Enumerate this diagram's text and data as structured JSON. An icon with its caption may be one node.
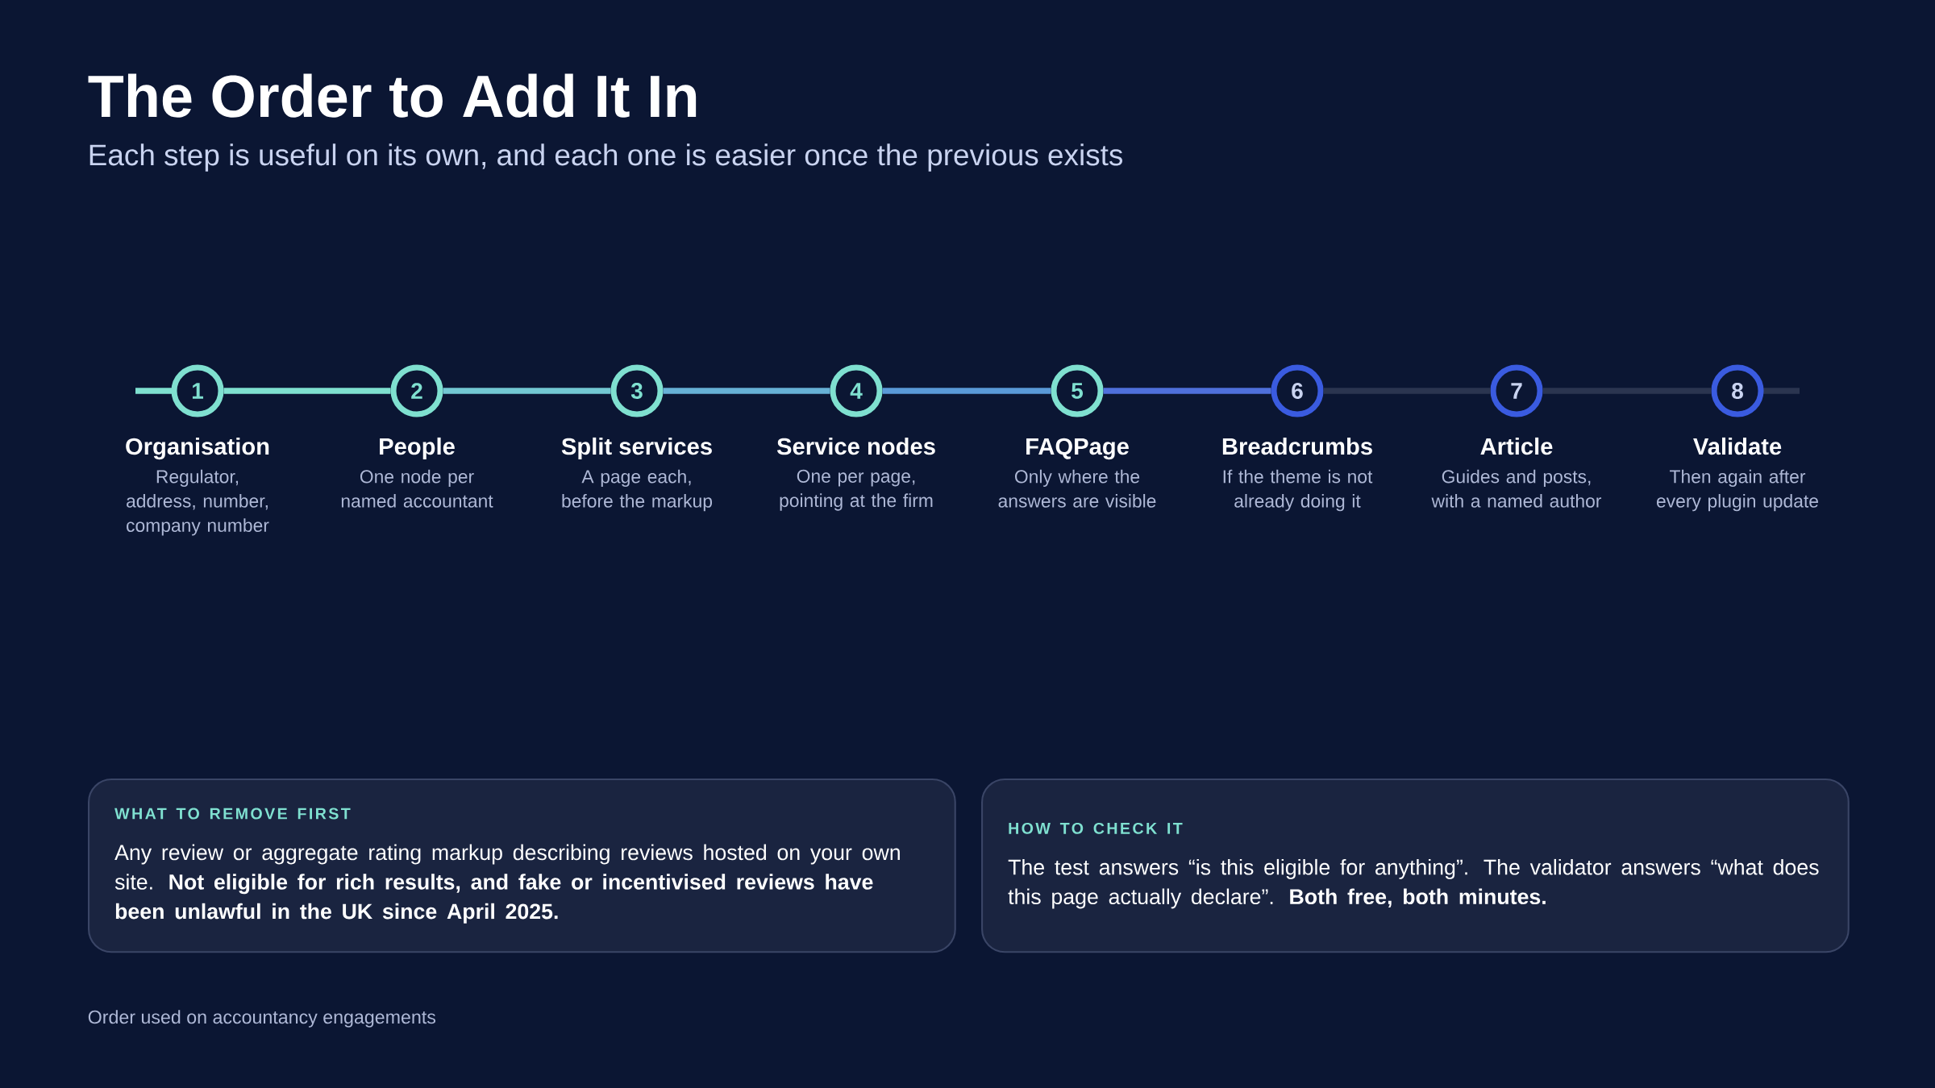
{
  "diagram": {
    "title": "The Order to Add It In",
    "nodes": [
      {
        "text": [
          "1"
        ],
        "beside": [
          "Organisation",
          "Regulator, address, number, company number"
        ]
      },
      {
        "text": [
          "2"
        ],
        "beside": [
          "People",
          "One node per named accountant"
        ]
      },
      {
        "text": [
          "3"
        ],
        "beside": [
          "Split services",
          "A page each, before the markup"
        ]
      },
      {
        "text": [
          "4"
        ],
        "beside": [
          "Service nodes",
          "One per page, pointing at the firm"
        ]
      },
      {
        "text": [
          "5"
        ],
        "beside": [
          "FAQPage",
          "Only where the answers are visible"
        ]
      },
      {
        "text": [
          "6"
        ],
        "beside": [
          "Breadcrumbs",
          "If the theme is not already doing it"
        ]
      },
      {
        "text": [
          "7"
        ],
        "beside": [
          "Article",
          "Guides and posts, with a named author"
        ]
      },
      {
        "text": [
          "8"
        ],
        "beside": [
          "Validate",
          "Then again after every plugin update"
        ]
      },
      {
        "text": [
          "WHAT TO REMOVE FIRST",
          "Any review or aggregate rating markup describing reviews hosted on your own site. **Not eligible for rich results, and fake or incentivised reviews have been unlawful in the UK since April 2025.**"
        ]
      },
      {
        "text": [
          "HOW TO CHECK IT",
          "The test answers “is this eligible for anything”. The validator answers “what does this page actually declare”. **Both free, both minutes.**"
        ]
      }
    ],
    "edges": [
      {
        "from": 0,
        "to": 1,
        "arrow": "none",
        "color": "#7fe0d0"
      },
      {
        "from": 1,
        "to": 2,
        "arrow": "none",
        "color": "#73c8d3"
      },
      {
        "from": 2,
        "to": 3,
        "arrow": "none",
        "color": "#67b1d6"
      },
      {
        "from": 3,
        "to": 4,
        "arrow": "none",
        "color": "#5a9ad8"
      },
      {
        "from": 4,
        "to": 5,
        "arrow": "none",
        "color": "#4f70db"
      },
      {
        "from": 5,
        "to": 6,
        "arrow": "none",
        "color": "#2b3550"
      },
      {
        "from": 6,
        "to": 7,
        "arrow": "none",
        "color": "#2b3550"
      }
    ],
    "labels": [
      "Each step is useful on its own, and each one is easier once the previous exists",
      "Order used on accountancy engagements"
    ]
  }
}
